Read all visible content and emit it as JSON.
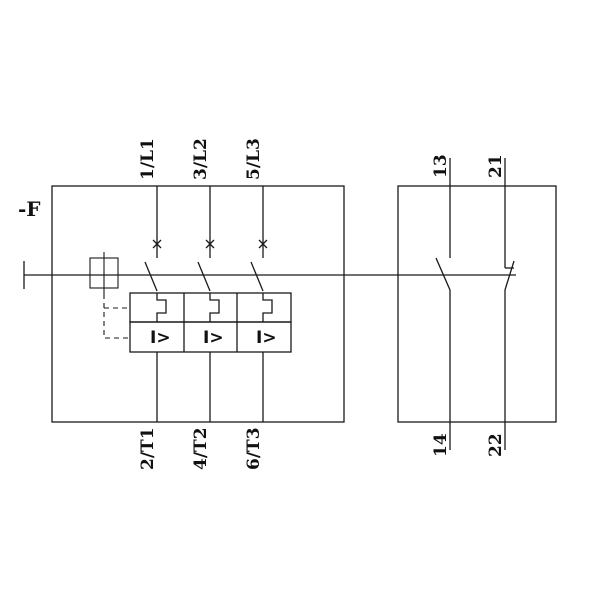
{
  "device_reference": "-F",
  "main_poles": [
    {
      "line_terminal": "1/L1",
      "load_terminal": "2/T1",
      "trip_symbol": "I>"
    },
    {
      "line_terminal": "3/L2",
      "load_terminal": "4/T2",
      "trip_symbol": "I>"
    },
    {
      "line_terminal": "5/L3",
      "load_terminal": "6/T3",
      "trip_symbol": "I>"
    }
  ],
  "auxiliary_contacts": [
    {
      "type": "normally-open",
      "top_terminal": "13",
      "bottom_terminal": "14"
    },
    {
      "type": "normally-closed",
      "top_terminal": "21",
      "bottom_terminal": "22"
    }
  ]
}
